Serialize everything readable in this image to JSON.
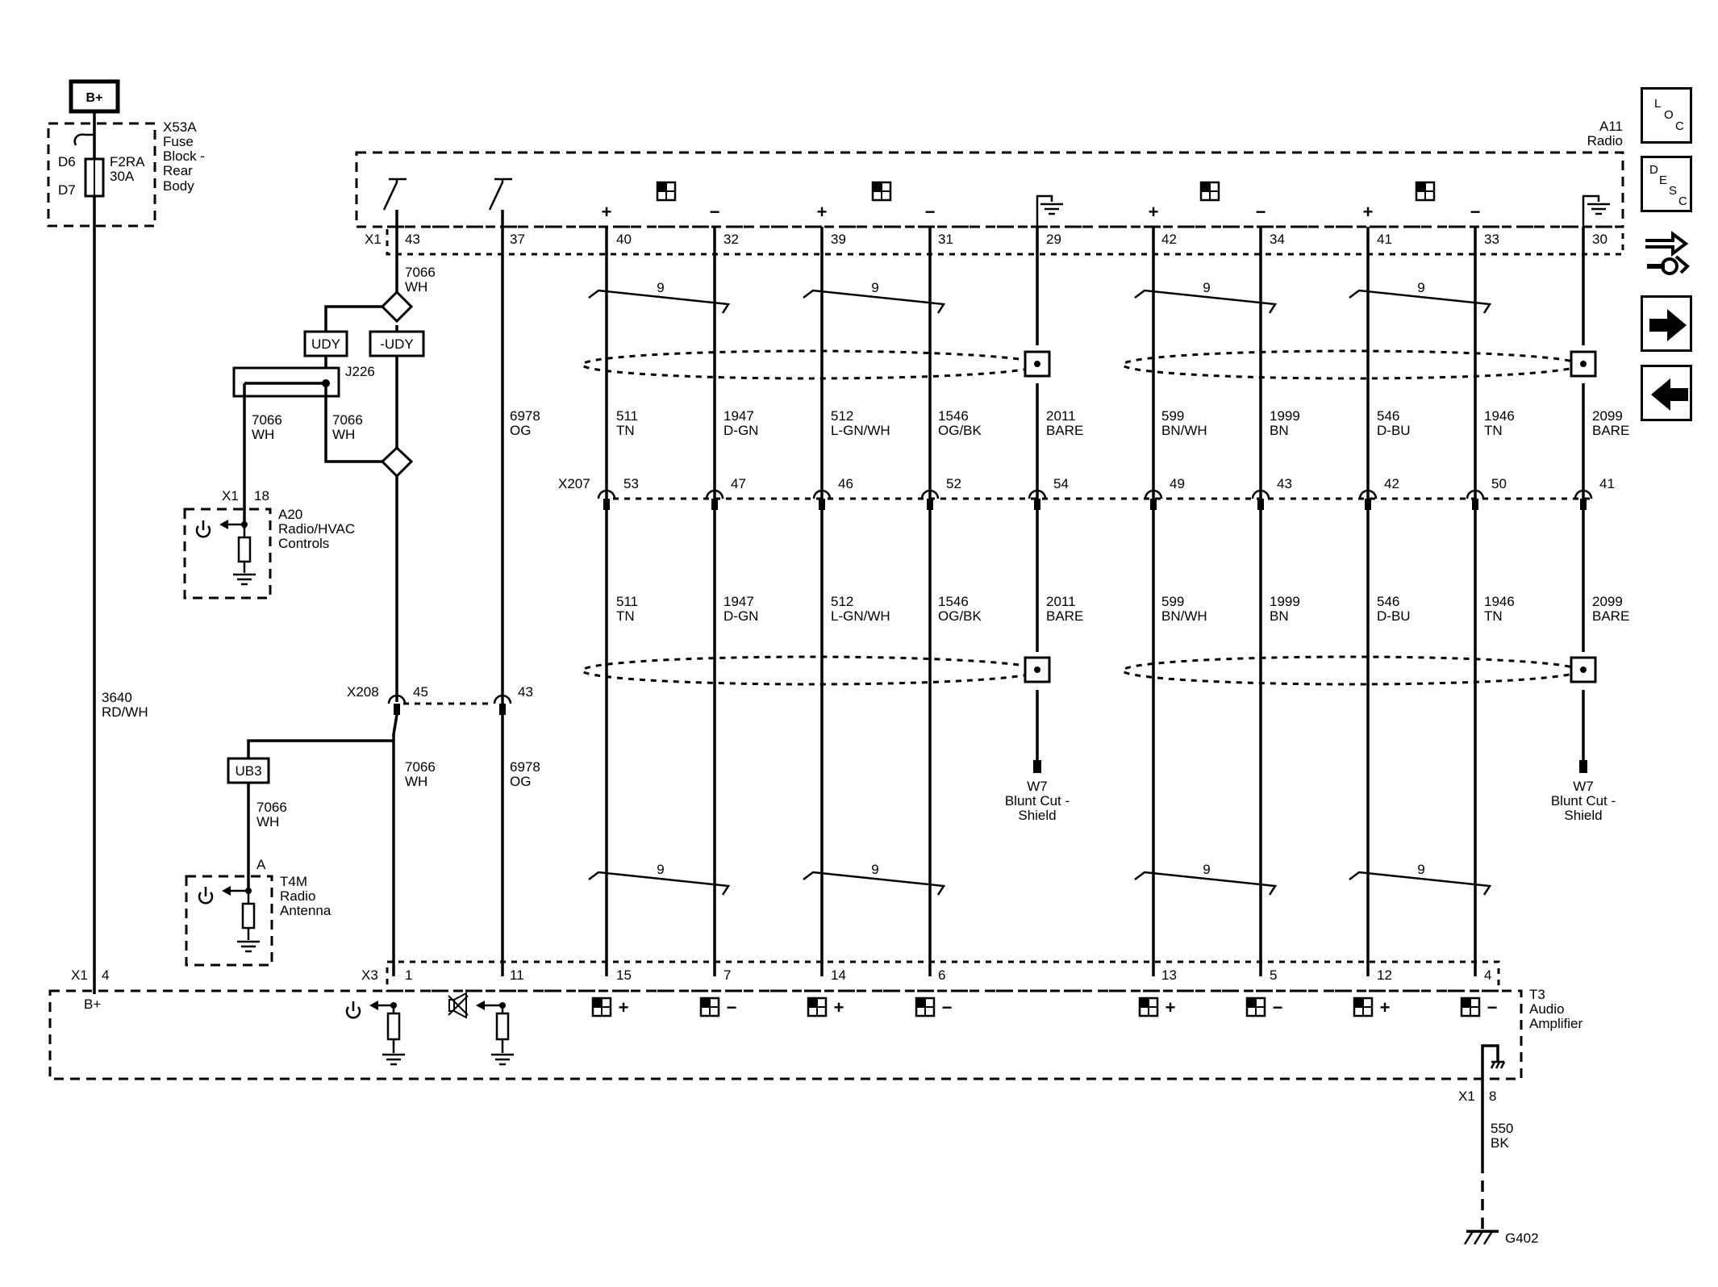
{
  "battery": "B+",
  "fuse_block": {
    "ref": "X53A",
    "name_lines": [
      "Fuse",
      "Block -",
      "Rear",
      "Body"
    ],
    "fuse": "F2RA",
    "rating": "30A",
    "pin_in": "D6",
    "pin_out": "D7"
  },
  "b_plus_wire": {
    "circuit": "3640",
    "color": "RD/WH"
  },
  "radio": {
    "ref": "A11",
    "name": "Radio",
    "connector": "X1"
  },
  "radio_pins": [
    "43",
    "37",
    "40",
    "32",
    "39",
    "31",
    "29",
    "42",
    "34",
    "41",
    "33",
    "30"
  ],
  "amp": {
    "ref": "T3",
    "name_lines": [
      "Audio",
      "Amplifier"
    ],
    "connector_b": "X1",
    "b_pin": "4",
    "b_label": "B+",
    "connector": "X3",
    "ground_connector": "X1",
    "ground_pin": "8"
  },
  "amp_pins": [
    "1",
    "11",
    "15",
    "7",
    "14",
    "6",
    "13",
    "5",
    "12",
    "4"
  ],
  "twist_count": "9",
  "wires_upper": [
    {
      "circuit": "7066",
      "color": "WH"
    },
    {
      "circuit": "6978",
      "color": "OG"
    },
    {
      "circuit": "511",
      "color": "TN"
    },
    {
      "circuit": "1947",
      "color": "D-GN"
    },
    {
      "circuit": "512",
      "color": "L-GN/WH"
    },
    {
      "circuit": "1546",
      "color": "OG/BK"
    },
    {
      "circuit": "2011",
      "color": "BARE"
    },
    {
      "circuit": "599",
      "color": "BN/WH"
    },
    {
      "circuit": "1999",
      "color": "BN"
    },
    {
      "circuit": "546",
      "color": "D-BU"
    },
    {
      "circuit": "1946",
      "color": "TN"
    },
    {
      "circuit": "2099",
      "color": "BARE"
    }
  ],
  "wires_lower": [
    {
      "circuit": "511",
      "color": "TN"
    },
    {
      "circuit": "1947",
      "color": "D-GN"
    },
    {
      "circuit": "512",
      "color": "L-GN/WH"
    },
    {
      "circuit": "1546",
      "color": "OG/BK"
    },
    {
      "circuit": "2011",
      "color": "BARE"
    },
    {
      "circuit": "599",
      "color": "BN/WH"
    },
    {
      "circuit": "1999",
      "color": "BN"
    },
    {
      "circuit": "546",
      "color": "D-BU"
    },
    {
      "circuit": "1946",
      "color": "TN"
    },
    {
      "circuit": "2099",
      "color": "BARE"
    }
  ],
  "branch_wires": [
    {
      "circuit": "7066",
      "color": "WH"
    },
    {
      "circuit": "7066",
      "color": "WH"
    }
  ],
  "amp_feed_wires": [
    {
      "circuit": "7066",
      "color": "WH"
    },
    {
      "circuit": "6978",
      "color": "OG"
    }
  ],
  "antenna_branch_wire": {
    "circuit": "7066",
    "color": "WH"
  },
  "splice": "J226",
  "options": {
    "udy": "UDY",
    "not_udy": "-UDY",
    "ub3": "UB3"
  },
  "inline_x207": {
    "ref": "X207",
    "pins": [
      "53",
      "47",
      "46",
      "52",
      "54",
      "49",
      "43",
      "42",
      "50",
      "41"
    ]
  },
  "inline_x208": {
    "ref": "X208",
    "pins": [
      "45",
      "43"
    ]
  },
  "hvac_controls": {
    "ref": "A20",
    "name_lines": [
      "Radio/HVAC",
      "Controls"
    ],
    "connector": "X1",
    "pin": "18"
  },
  "antenna": {
    "ref": "T4M",
    "name_lines": [
      "Radio",
      "Antenna"
    ],
    "pin": "A"
  },
  "shield_drains": [
    {
      "ref": "W7",
      "name_lines": [
        "Blunt Cut -",
        "Shield"
      ]
    },
    {
      "ref": "W7",
      "name_lines": [
        "Blunt Cut -",
        "Shield"
      ]
    }
  ],
  "ground_wire": {
    "circuit": "550",
    "color": "BK"
  },
  "ground": "G402",
  "signs": {
    "plus": "+",
    "minus": "−"
  },
  "nav": {
    "loc": [
      "L",
      "O",
      "C"
    ],
    "desc": [
      "D",
      "E",
      "S",
      "C"
    ]
  }
}
